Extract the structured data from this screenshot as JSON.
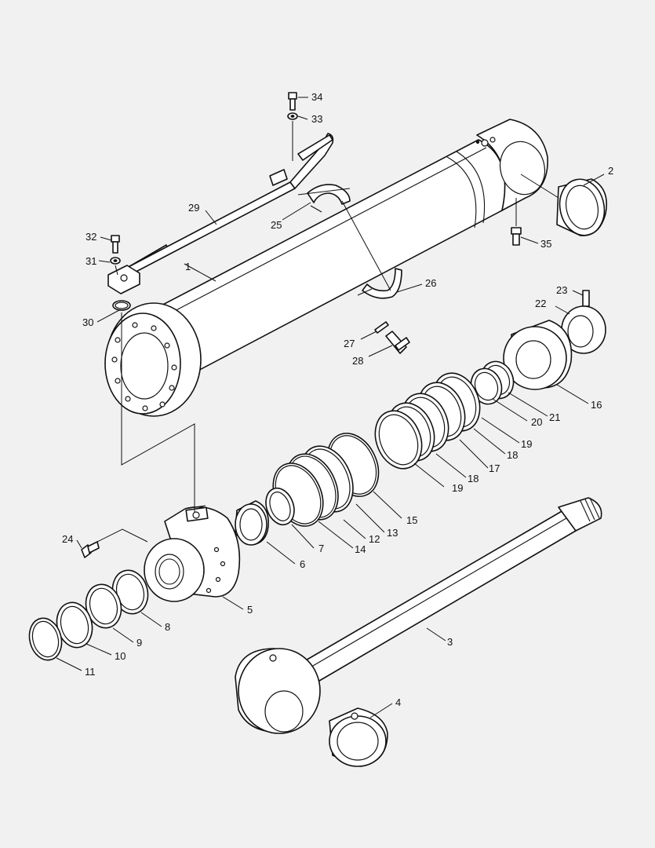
{
  "diagram": {
    "background": "#f1f1f1",
    "line_color": "#111111",
    "callouts": [
      {
        "id": "c1",
        "label": "1"
      },
      {
        "id": "c2",
        "label": "2"
      },
      {
        "id": "c3",
        "label": "3"
      },
      {
        "id": "c4",
        "label": "4"
      },
      {
        "id": "c5",
        "label": "5"
      },
      {
        "id": "c6",
        "label": "6"
      },
      {
        "id": "c7",
        "label": "7"
      },
      {
        "id": "c8",
        "label": "8"
      },
      {
        "id": "c9",
        "label": "9"
      },
      {
        "id": "c10",
        "label": "10"
      },
      {
        "id": "c11",
        "label": "11"
      },
      {
        "id": "c12",
        "label": "12"
      },
      {
        "id": "c13",
        "label": "13"
      },
      {
        "id": "c14",
        "label": "14"
      },
      {
        "id": "c15",
        "label": "15"
      },
      {
        "id": "c16",
        "label": "16"
      },
      {
        "id": "c17",
        "label": "17"
      },
      {
        "id": "c18a",
        "label": "18"
      },
      {
        "id": "c18b",
        "label": "18"
      },
      {
        "id": "c19a",
        "label": "19"
      },
      {
        "id": "c19b",
        "label": "19"
      },
      {
        "id": "c20",
        "label": "20"
      },
      {
        "id": "c21",
        "label": "21"
      },
      {
        "id": "c22",
        "label": "22"
      },
      {
        "id": "c23",
        "label": "23"
      },
      {
        "id": "c24",
        "label": "24"
      },
      {
        "id": "c25",
        "label": "25"
      },
      {
        "id": "c26",
        "label": "26"
      },
      {
        "id": "c27",
        "label": "27"
      },
      {
        "id": "c28",
        "label": "28"
      },
      {
        "id": "c29",
        "label": "29"
      },
      {
        "id": "c30",
        "label": "30"
      },
      {
        "id": "c31",
        "label": "31"
      },
      {
        "id": "c32",
        "label": "32"
      },
      {
        "id": "c33",
        "label": "33"
      },
      {
        "id": "c34",
        "label": "34"
      },
      {
        "id": "c35",
        "label": "35"
      }
    ]
  }
}
